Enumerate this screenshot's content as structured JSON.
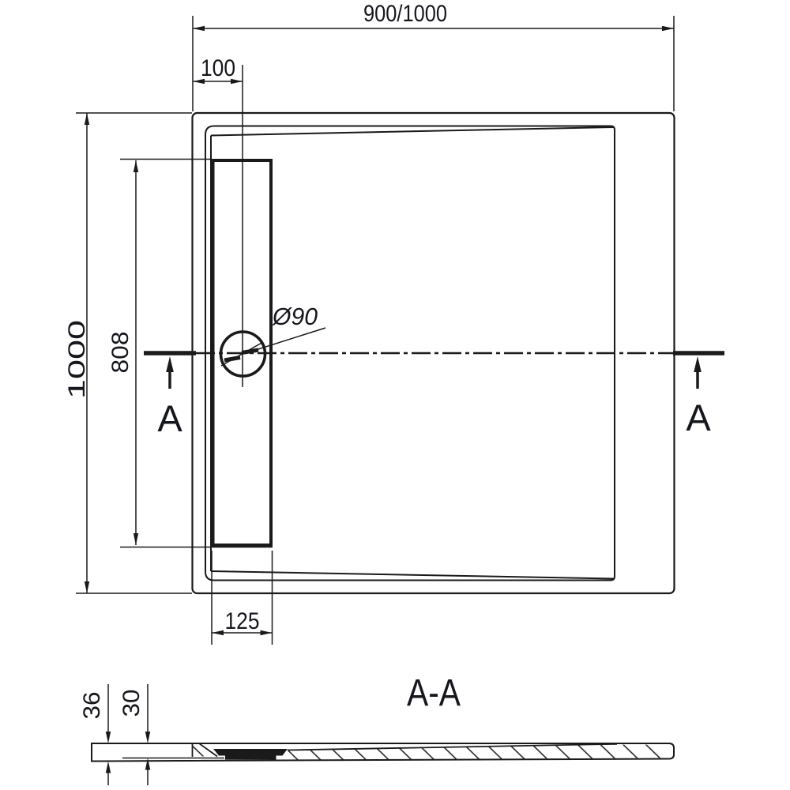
{
  "colors": {
    "background": "#ffffff",
    "line": "#1a1a1a",
    "text": "#16171c"
  },
  "plan_view": {
    "dim_width": "900/1000",
    "dim_drain_offset": "100",
    "dim_height": "1000",
    "dim_drain_length": "808",
    "dim_drain_diameter": "Ø90",
    "dim_channel_width": "125",
    "section_marker_left": "A",
    "section_marker_right": "A"
  },
  "section_view": {
    "title": "A-A",
    "dim_total_height": "36",
    "dim_recess_height": "30"
  }
}
